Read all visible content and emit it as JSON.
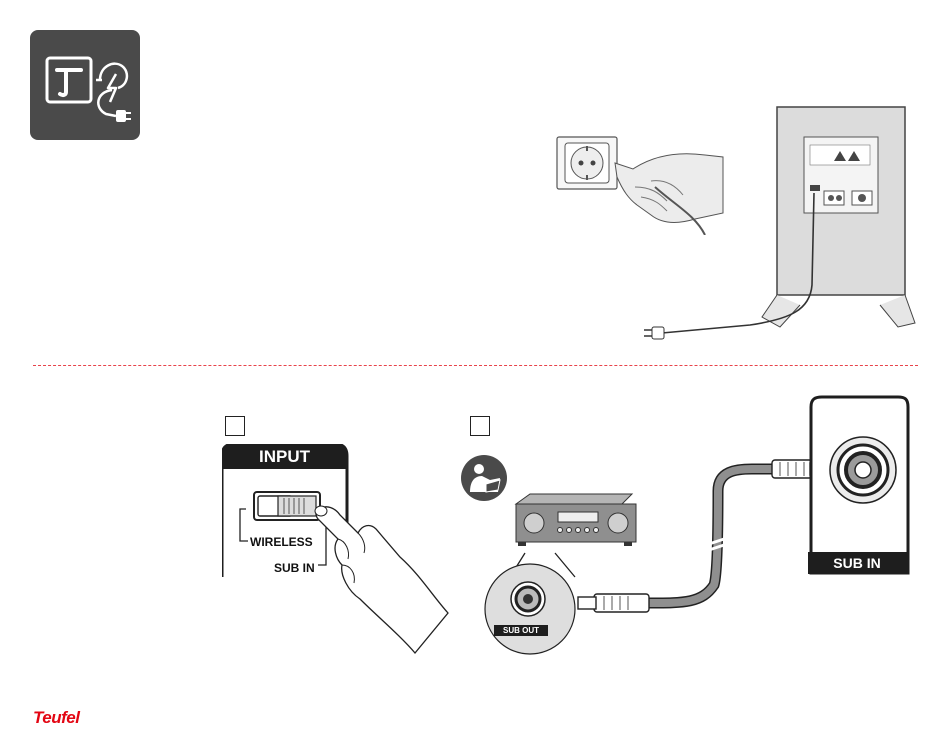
{
  "step_1": {
    "number": ""
  },
  "step_2": {
    "number": ""
  },
  "input_panel": {
    "title": "INPUT",
    "option_wireless": "WIRELESS",
    "option_sub_in": "SUB IN"
  },
  "receiver": {
    "sub_out_label": "SUB OUT"
  },
  "subwoofer_panel": {
    "sub_in_label": "SUB IN"
  },
  "brand": {
    "name": "Teufel"
  },
  "colors": {
    "divider": "#e8434b",
    "brand": "#e30613",
    "icon_bg": "#4a4a4a",
    "panel_dark": "#1e1e1e"
  },
  "icons": {
    "app_icon": "teufel-power-icon",
    "manual_icon": "read-manual-icon"
  }
}
